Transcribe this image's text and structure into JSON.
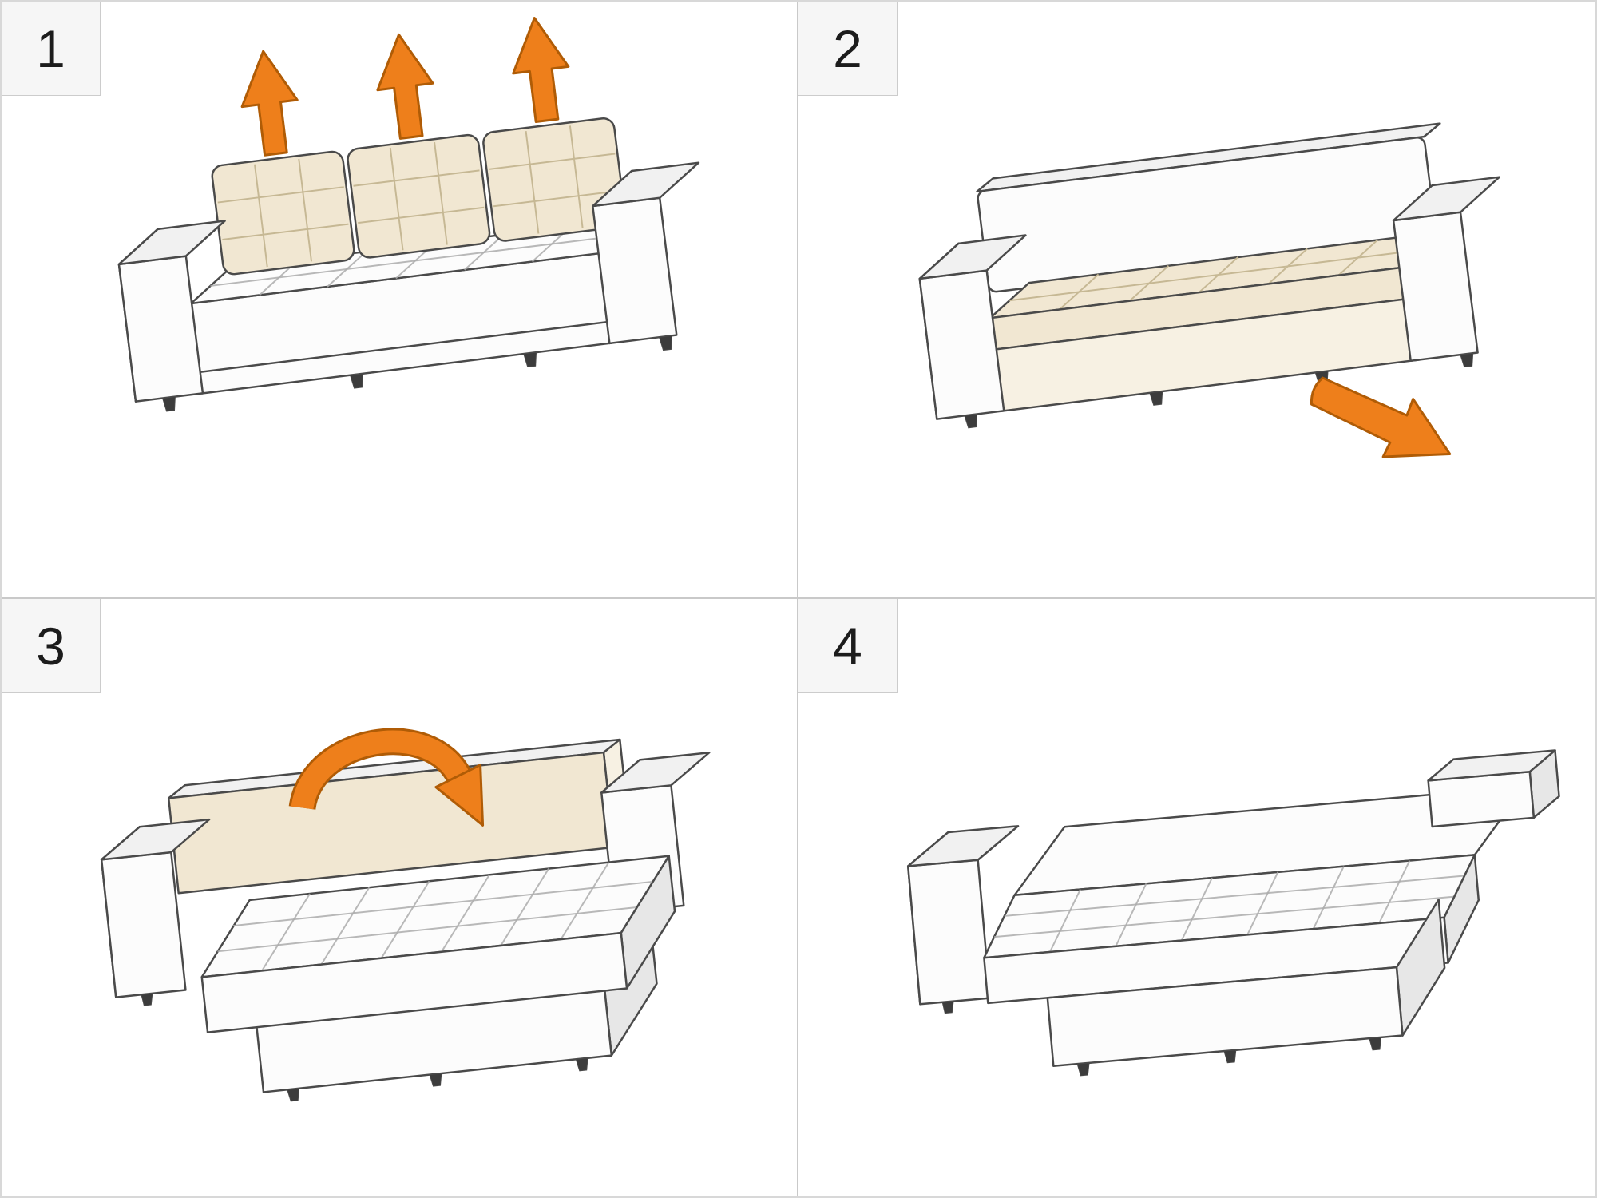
{
  "page": {
    "kind": "sofa-bed-conversion-instruction-sheet",
    "grid": {
      "rows": 2,
      "cols": 2
    }
  },
  "colors": {
    "page_bg": "#ffffff",
    "grid_line": "#c9c9c9",
    "outer_border": "#d8d8d8",
    "badge_bg": "#f6f6f6",
    "badge_border": "#cccccc",
    "badge_text": "#1c1c1c",
    "line": "#4a4a4a",
    "sofa_white": "#fcfcfc",
    "sofa_mid": "#f1f1f1",
    "sofa_shade": "#e7e7e7",
    "cushion_cream": "#f1e7d2",
    "cushion_cream_light": "#f7f1e3",
    "tuft_gray": "#ababab",
    "tuft_cream": "#c6b894",
    "leg_dark": "#3c3c3c",
    "arrow_orange": "#ee7f1b",
    "arrow_edge": "#b05c06"
  },
  "panels": [
    {
      "number": "1",
      "illustration": "sofa-with-back-cushions",
      "arrow_icon": "three-up-arrows"
    },
    {
      "number": "2",
      "illustration": "sofa-without-back-cushions",
      "arrow_icon": "down-right-arrow"
    },
    {
      "number": "3",
      "illustration": "sofa-seat-extended-backrest-upright",
      "arrow_icon": "curved-flip-arrow"
    },
    {
      "number": "4",
      "illustration": "sofa-converted-flat-bed",
      "arrow_icon": "none"
    }
  ]
}
